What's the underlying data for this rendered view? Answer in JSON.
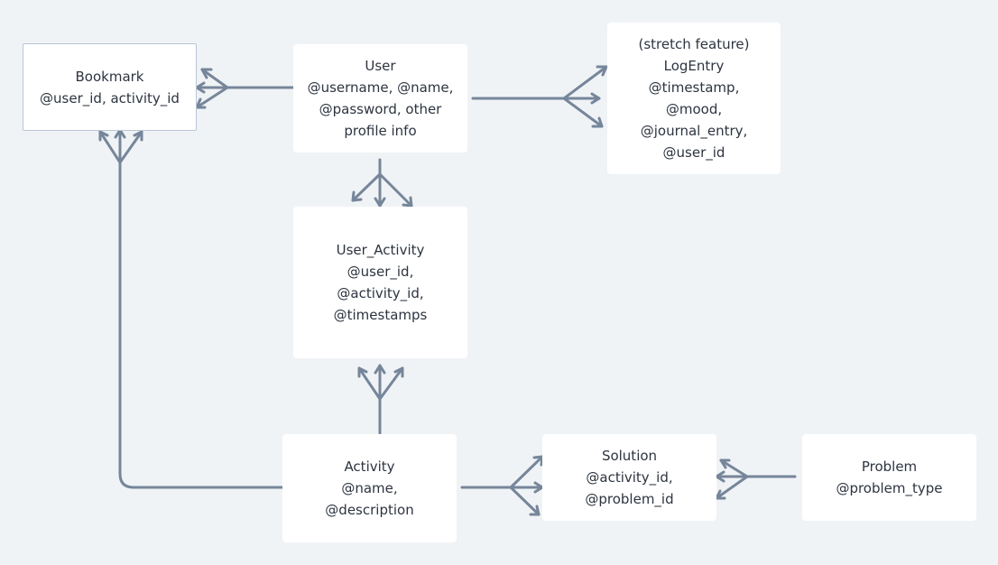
{
  "diagram": {
    "line_color": "#76869a",
    "background": "#f0f3f6",
    "nodes": {
      "bookmark": {
        "lines": [
          "Bookmark",
          "@user_id, activity_id"
        ],
        "selected": true
      },
      "user": {
        "lines": [
          "User",
          "@username, @name,",
          "@password, other",
          "profile info"
        ]
      },
      "logentry": {
        "lines": [
          "(stretch feature)",
          "LogEntry",
          "@timestamp,",
          "@mood,",
          "@journal_entry,",
          "@user_id"
        ]
      },
      "user_activity": {
        "lines": [
          "User_Activity",
          "@user_id,",
          "@activity_id,",
          "@timestamps"
        ]
      },
      "activity": {
        "lines": [
          "Activity",
          "@name,",
          "@description"
        ]
      },
      "solution": {
        "lines": [
          "Solution",
          "@activity_id,",
          "@problem_id"
        ]
      },
      "problem": {
        "lines": [
          "Problem",
          "@problem_type"
        ]
      }
    },
    "relationships": [
      {
        "from": "user",
        "to": "bookmark",
        "cardinality": "one-to-many"
      },
      {
        "from": "user",
        "to": "logentry",
        "cardinality": "one-to-many"
      },
      {
        "from": "user",
        "to": "user_activity",
        "cardinality": "one-to-many"
      },
      {
        "from": "activity",
        "to": "user_activity",
        "cardinality": "one-to-many"
      },
      {
        "from": "activity",
        "to": "bookmark",
        "cardinality": "one-to-many"
      },
      {
        "from": "activity",
        "to": "solution",
        "cardinality": "one-to-many"
      },
      {
        "from": "problem",
        "to": "solution",
        "cardinality": "one-to-many"
      }
    ]
  }
}
